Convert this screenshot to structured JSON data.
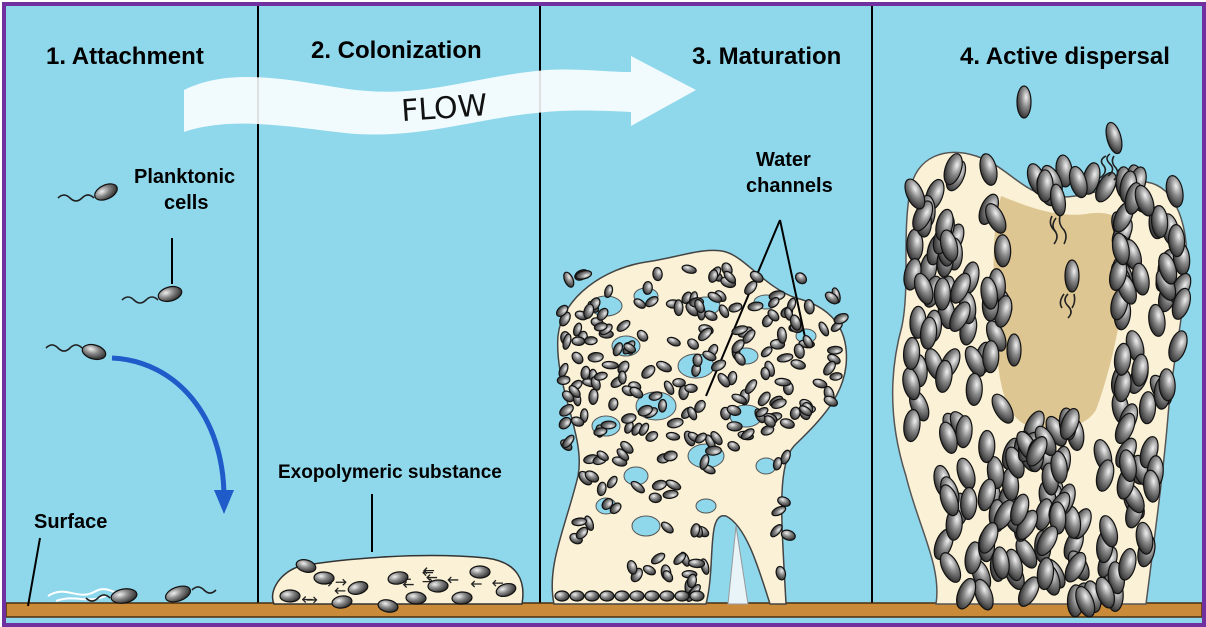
{
  "panels": [
    {
      "title": "1. Attachment"
    },
    {
      "title": "2. Colonization"
    },
    {
      "title": "3. Maturation"
    },
    {
      "title": "4. Active dispersal"
    }
  ],
  "flow_label": "FLOW",
  "labels": {
    "planktonic_line1": "Planktonic",
    "planktonic_line2": "cells",
    "surface": "Surface",
    "eps": "Exopolymeric substance",
    "water_line1": "Water",
    "water_line2": "channels"
  },
  "colors": {
    "frame": "#7030a0",
    "water": "#8fd8ec",
    "surface": "#c98a3a",
    "biofilm": "#faf1d6",
    "biofilm_core": "#dcc38f",
    "cell": "#5a5a5a",
    "arrow": "#1f5bc9"
  }
}
